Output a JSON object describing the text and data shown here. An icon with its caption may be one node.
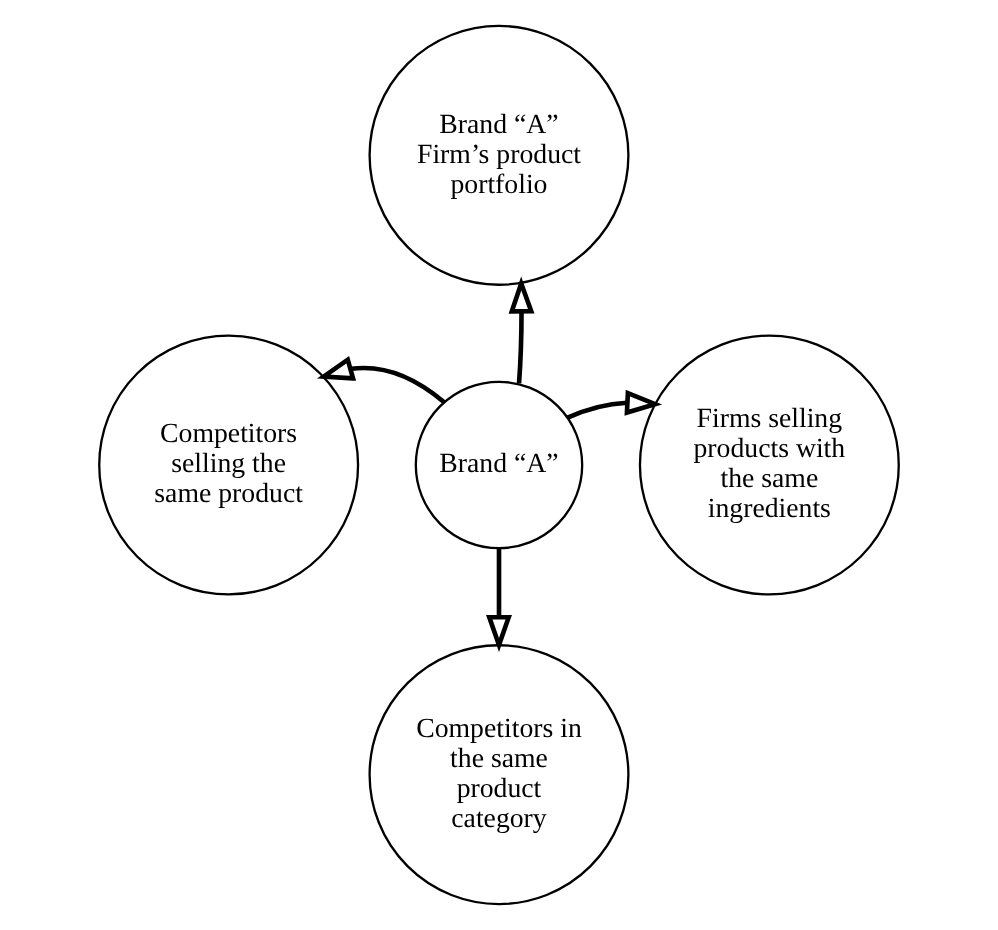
{
  "diagram": {
    "nodes": [
      {
        "text": [
          "Brand “A” Firm’s product portfolio"
        ]
      },
      {
        "text": [
          "Competitors selling the same product"
        ]
      },
      {
        "text": [
          "Brand “A”"
        ]
      },
      {
        "text": [
          "Firms selling products with the same ingredients"
        ]
      },
      {
        "text": [
          "Competitors in the same product category"
        ]
      }
    ],
    "edges": [
      {
        "from": 2,
        "to": 0,
        "arrow": "to"
      },
      {
        "from": 2,
        "to": 1,
        "arrow": "to"
      },
      {
        "from": 2,
        "to": 3,
        "arrow": "to"
      },
      {
        "from": 2,
        "to": 4,
        "arrow": "to"
      }
    ]
  }
}
